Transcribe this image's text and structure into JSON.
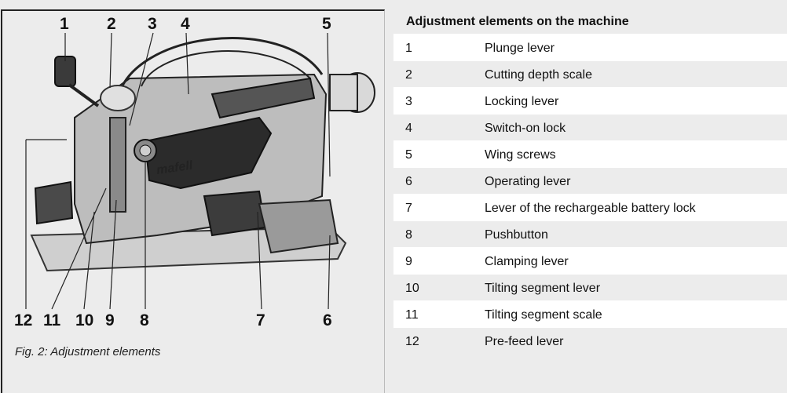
{
  "figure": {
    "top_labels": [
      "1",
      "2",
      "3",
      "4",
      "5"
    ],
    "bottom_labels": [
      "12",
      "11",
      "10",
      "9",
      "8",
      "7",
      "6"
    ],
    "caption": "Fig. 2: Adjustment elements",
    "brand_mark": "mafell"
  },
  "table": {
    "header": "Adjustment elements on the machine",
    "rows": [
      {
        "num": "1",
        "label": "Plunge lever"
      },
      {
        "num": "2",
        "label": "Cutting depth scale"
      },
      {
        "num": "3",
        "label": "Locking lever"
      },
      {
        "num": "4",
        "label": "Switch-on lock"
      },
      {
        "num": "5",
        "label": "Wing screws"
      },
      {
        "num": "6",
        "label": "Operating lever"
      },
      {
        "num": "7",
        "label": "Lever of the rechargeable battery lock"
      },
      {
        "num": "8",
        "label": "Pushbutton"
      },
      {
        "num": "9",
        "label": "Clamping lever"
      },
      {
        "num": "10",
        "label": "Tilting segment lever"
      },
      {
        "num": "11",
        "label": "Tilting segment scale"
      },
      {
        "num": "12",
        "label": "Pre-feed lever"
      }
    ]
  }
}
